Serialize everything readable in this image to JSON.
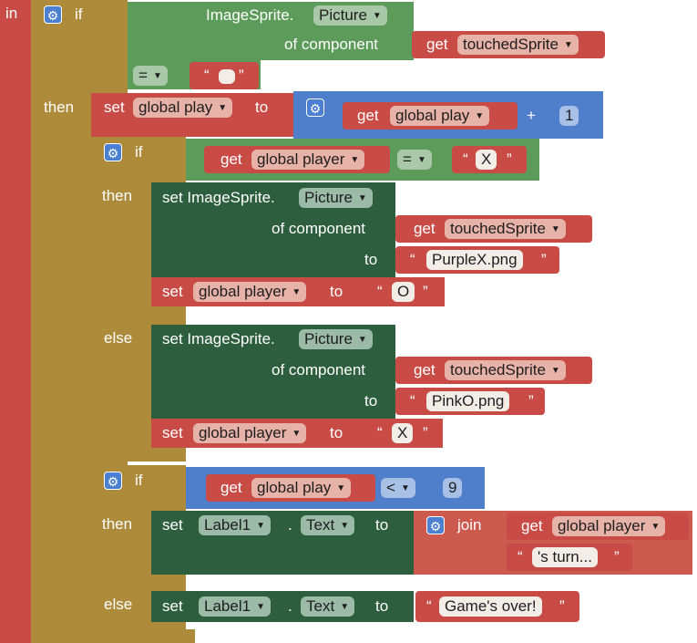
{
  "blocks": {
    "in_label": "in",
    "if_kw": "if",
    "then_kw": "then",
    "else_kw": "else",
    "set_kw": "set",
    "to_kw": "to",
    "get_kw": "get",
    "join_kw": "join",
    "dot": ".",
    "quote_open": "“",
    "quote_close": "”",
    "of_component": "of component",
    "image_sprite_label": "ImageSprite.",
    "set_image_sprite_label": "set ImageSprite.",
    "picture_prop": "Picture",
    "touched_sprite": "touchedSprite",
    "global_play": "global play",
    "global_player": "global player",
    "label1": "Label1",
    "text_prop": "Text",
    "op_eq": "=",
    "op_plus": "+",
    "op_lt": "<",
    "num_one": "1",
    "num_nine": "9",
    "empty_string": "",
    "str_x": "X",
    "str_o": "O",
    "purple_x": "PurpleX.png",
    "pink_o": "PinkO.png",
    "s_turn": "'s turn...",
    "game_over": "Game's over!",
    "dropdown_icon": "triangle-down-icon",
    "mutator_icon": "gear-icon"
  }
}
